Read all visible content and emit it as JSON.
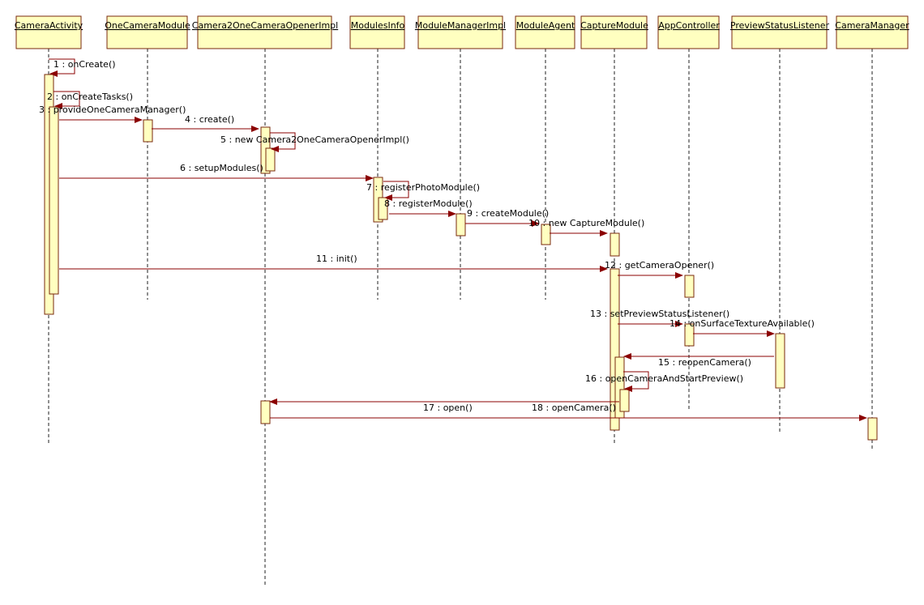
{
  "participants": [
    {
      "id": "p0",
      "name": "CameraActivity"
    },
    {
      "id": "p1",
      "name": "OneCameraModule"
    },
    {
      "id": "p2",
      "name": "Camera2OneCameraOpenerImpl"
    },
    {
      "id": "p3",
      "name": "ModulesInfo"
    },
    {
      "id": "p4",
      "name": "ModuleManagerImpl"
    },
    {
      "id": "p5",
      "name": "ModuleAgent"
    },
    {
      "id": "p6",
      "name": "CaptureModule"
    },
    {
      "id": "p7",
      "name": "AppController"
    },
    {
      "id": "p8",
      "name": "PreviewStatusListener"
    },
    {
      "id": "p9",
      "name": "CameraManager"
    }
  ],
  "messages": [
    {
      "num": "1",
      "label": "1 : onCreate()",
      "from": "p0",
      "to": "p0"
    },
    {
      "num": "2",
      "label": "2 : onCreateTasks()",
      "from": "p0",
      "to": "p0"
    },
    {
      "num": "3",
      "label": "3 : provideOneCameraManager()",
      "from": "p0",
      "to": "p1"
    },
    {
      "num": "4",
      "label": "4 : create()",
      "from": "p1",
      "to": "p2"
    },
    {
      "num": "5",
      "label": "5 : new Camera2OneCameraOpenerImpl()",
      "from": "p2",
      "to": "p2"
    },
    {
      "num": "6",
      "label": "6 : setupModules()",
      "from": "p0",
      "to": "p3"
    },
    {
      "num": "7",
      "label": "7 : registerPhotoModule()",
      "from": "p3",
      "to": "p3"
    },
    {
      "num": "8",
      "label": "8 : registerModule()",
      "from": "p3",
      "to": "p4"
    },
    {
      "num": "9",
      "label": "9 : createModule()",
      "from": "p4",
      "to": "p5"
    },
    {
      "num": "10",
      "label": "10 : new CaptureModule()",
      "from": "p5",
      "to": "p6"
    },
    {
      "num": "11",
      "label": "11 : init()",
      "from": "p0",
      "to": "p6"
    },
    {
      "num": "12",
      "label": "12 : getCameraOpener()",
      "from": "p6",
      "to": "p7"
    },
    {
      "num": "13",
      "label": "13 : setPreviewStatusListener()",
      "from": "p6",
      "to": "p7"
    },
    {
      "num": "14",
      "label": "14 : onSurfaceTextureAvailable()",
      "from": "p7",
      "to": "p8"
    },
    {
      "num": "15",
      "label": "15 : reopenCamera()",
      "from": "p8",
      "to": "p6"
    },
    {
      "num": "16",
      "label": "16 : openCameraAndStartPreview()",
      "from": "p6",
      "to": "p6"
    },
    {
      "num": "17",
      "label": "17 : open()",
      "from": "p6",
      "to": "p2"
    },
    {
      "num": "18",
      "label": "18 : openCamera()",
      "from": "p2",
      "to": "p9"
    }
  ],
  "colors": {
    "box_fill": "#ffffc0",
    "box_stroke": "#7a2a0e",
    "arrow": "#8b0000"
  }
}
